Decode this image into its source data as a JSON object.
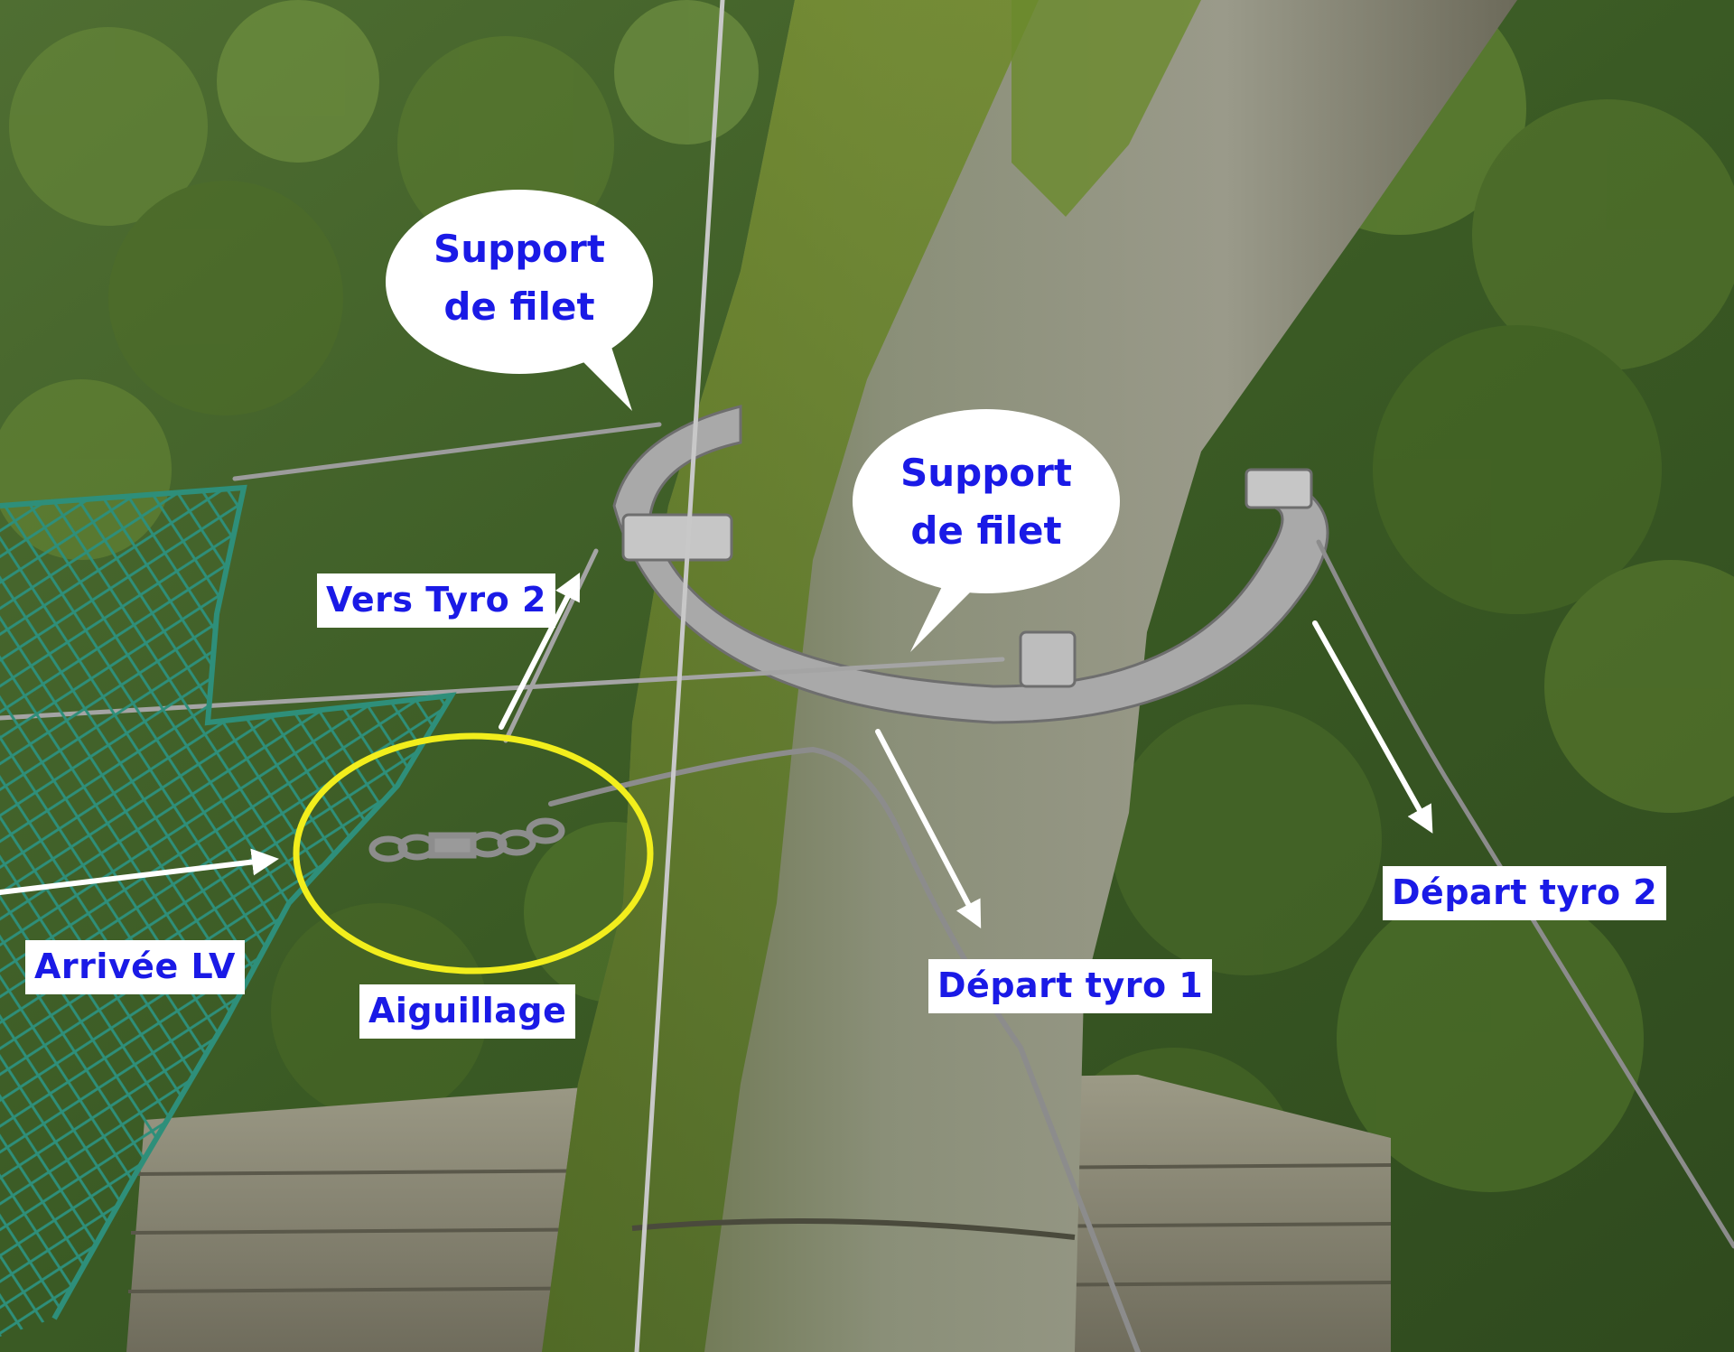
{
  "annotations": {
    "bubble_left": {
      "line1": "Support",
      "line2": "de filet"
    },
    "bubble_center": {
      "line1": "Support",
      "line2": "de filet"
    },
    "vers_tyro_2": "Vers Tyro 2",
    "arrivee_lv": "Arrivée LV",
    "aiguillage": "Aiguillage",
    "depart_tyro_1": "Départ tyro 1",
    "depart_tyro_2": "Départ tyro 2"
  },
  "colors": {
    "label_text": "#1a1ae6",
    "label_background": "#ffffff",
    "highlight_circle": "#f2ee1c",
    "arrow": "#ffffff",
    "net": "#2e8f7a"
  },
  "icons": {
    "highlight": "yellow-ellipse-icon",
    "arrows": "white-arrow-icon"
  }
}
